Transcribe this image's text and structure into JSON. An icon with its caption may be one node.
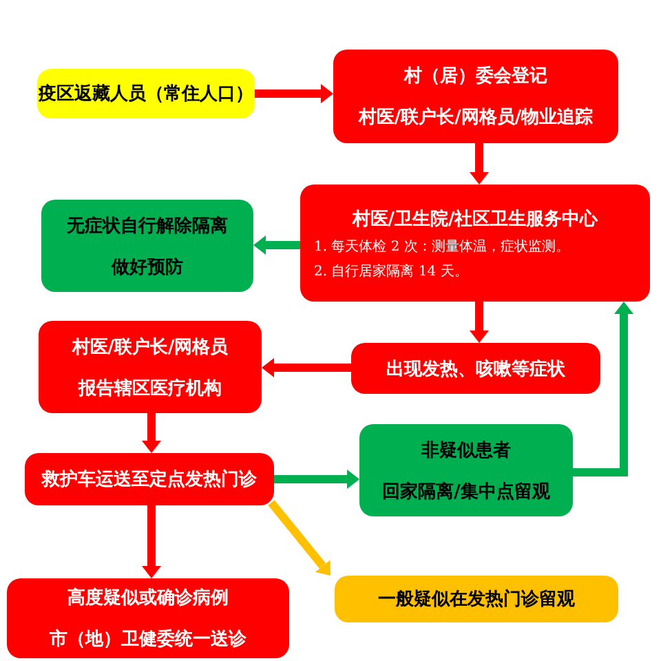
{
  "diagram": {
    "nodes": [
      {
        "text": [
          "疫区返藏人员（常住人口）"
        ]
      },
      {
        "text": [
          "村（居）委会登记",
          "村医/联户长/网格员/物业追踪"
        ]
      },
      {
        "text": [
          "村医/卫生院/社区卫生服务中心",
          "1. 每天体检 2 次：测量体温，症状监测。",
          "2. 自行居家隔离 14 天。"
        ]
      },
      {
        "text": [
          "无症状自行解除隔离",
          "做好预防"
        ]
      },
      {
        "text": [
          "出现发热、咳嗽等症状"
        ]
      },
      {
        "text": [
          "村医/联户长/网格员",
          "报告辖区医疗机构"
        ]
      },
      {
        "text": [
          "救护车运送至定点发热门诊"
        ]
      },
      {
        "text": [
          "非疑似患者",
          "回家隔离/集中点留观"
        ]
      },
      {
        "text": [
          "高度疑似或确诊病例",
          "市（地）卫健委统一送诊"
        ]
      },
      {
        "text": [
          "一般疑似在发热门诊留观"
        ]
      }
    ],
    "edges": [
      {
        "from": 0,
        "to": 1,
        "arrow": "to"
      },
      {
        "from": 1,
        "to": 2,
        "arrow": "to"
      },
      {
        "from": 2,
        "to": 3,
        "arrow": "to",
        "color": "#00b050"
      },
      {
        "from": 2,
        "to": 4,
        "arrow": "to"
      },
      {
        "from": 4,
        "to": 5,
        "arrow": "to"
      },
      {
        "from": 5,
        "to": 6,
        "arrow": "to"
      },
      {
        "from": 6,
        "to": 7,
        "arrow": "to",
        "color": "#00b050"
      },
      {
        "from": 6,
        "to": 8,
        "arrow": "to"
      },
      {
        "from": 6,
        "to": 9,
        "arrow": "to",
        "color": "#ffc000"
      },
      {
        "from": 7,
        "to": 2,
        "arrow": "to",
        "color": "#00b050"
      }
    ]
  }
}
